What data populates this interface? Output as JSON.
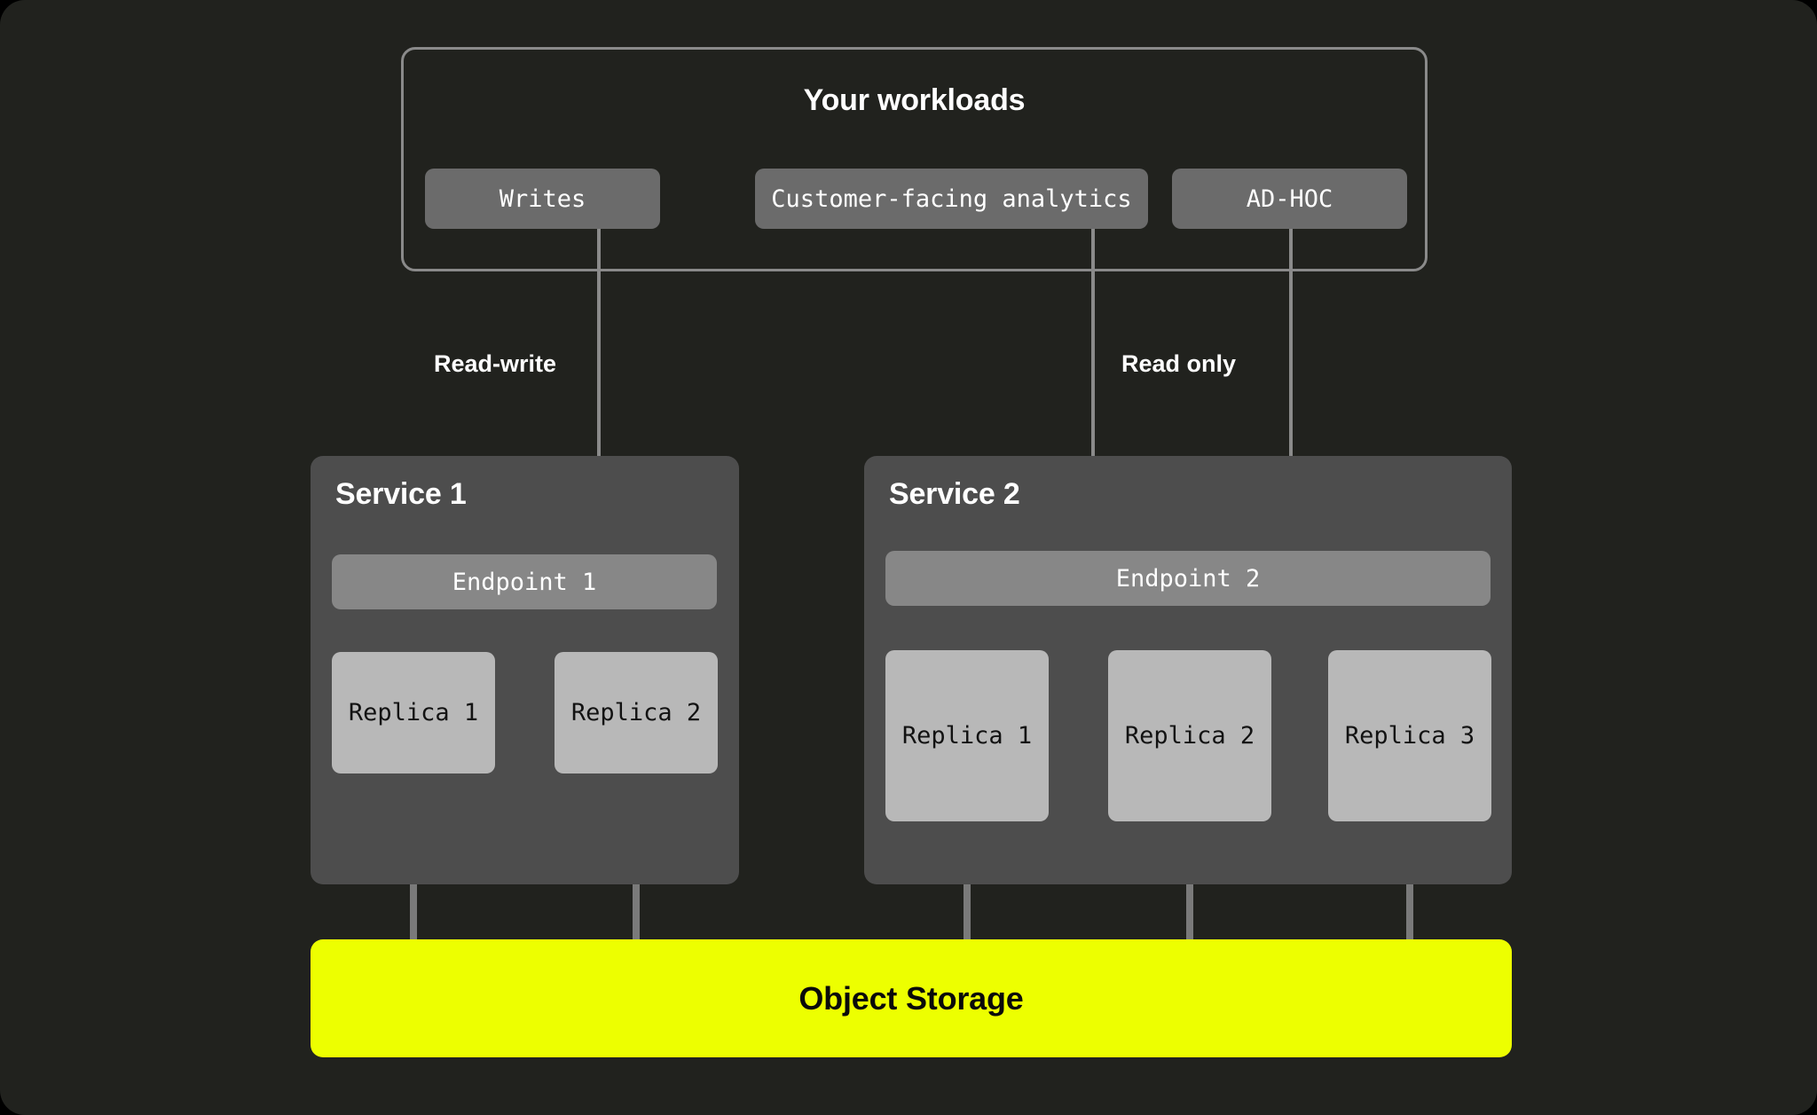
{
  "diagram": {
    "background_color": "#21221E",
    "accent_color": "#EDFF00",
    "workloads": {
      "title": "Your workloads",
      "chips": [
        {
          "label": "Writes"
        },
        {
          "label": "Customer-facing analytics"
        },
        {
          "label": "AD-HOC"
        }
      ]
    },
    "edge_labels": {
      "read_write": "Read-write",
      "read_only": "Read only"
    },
    "services": [
      {
        "title": "Service 1",
        "endpoint": "Endpoint 1",
        "replicas": [
          {
            "label": "Replica 1"
          },
          {
            "label": "Replica 2"
          }
        ]
      },
      {
        "title": "Service 2",
        "endpoint": "Endpoint 2",
        "replicas": [
          {
            "label": "Replica 1"
          },
          {
            "label": "Replica 2"
          },
          {
            "label": "Replica 3"
          }
        ]
      }
    ],
    "storage": {
      "label": "Object Storage"
    }
  }
}
